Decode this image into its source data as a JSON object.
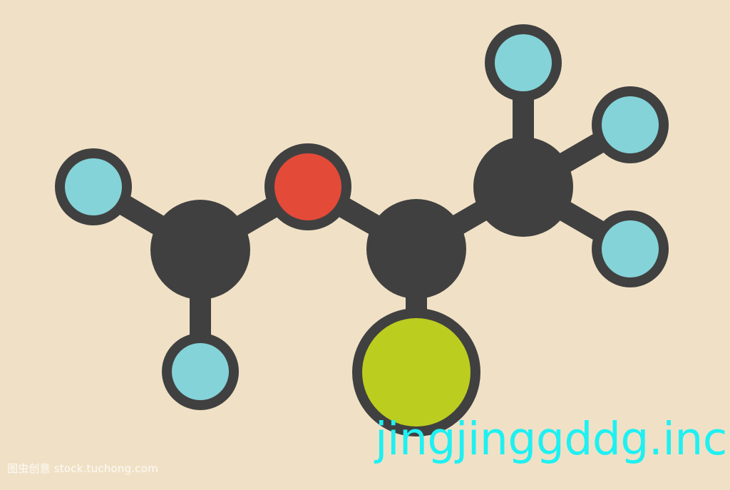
{
  "background": "#f0e1c6",
  "bond_color": "#404040",
  "atom_outline_color": "#404040",
  "element_colors": {
    "carbon": "#404040",
    "oxygen": "#e34a38",
    "fluorine": "#84d3d9",
    "chlorine": "#bbcd1f"
  },
  "atoms": [
    {
      "id": "F1",
      "element": "fluorine"
    },
    {
      "id": "C1",
      "element": "carbon"
    },
    {
      "id": "F2",
      "element": "fluorine"
    },
    {
      "id": "O1",
      "element": "oxygen"
    },
    {
      "id": "C2",
      "element": "carbon"
    },
    {
      "id": "Cl1",
      "element": "chlorine"
    },
    {
      "id": "C3",
      "element": "carbon"
    },
    {
      "id": "F3",
      "element": "fluorine"
    },
    {
      "id": "F4",
      "element": "fluorine"
    },
    {
      "id": "F5",
      "element": "fluorine"
    }
  ],
  "bonds": [
    [
      "F1",
      "C1"
    ],
    [
      "C1",
      "F2"
    ],
    [
      "C1",
      "O1"
    ],
    [
      "O1",
      "C2"
    ],
    [
      "C2",
      "Cl1"
    ],
    [
      "C2",
      "C3"
    ],
    [
      "C3",
      "F3"
    ],
    [
      "C3",
      "F4"
    ],
    [
      "C3",
      "F5"
    ]
  ],
  "watermark": {
    "corner_text": "图虫创意 stock.tuchong.com",
    "main_text": "jingjinggddg.inc"
  }
}
